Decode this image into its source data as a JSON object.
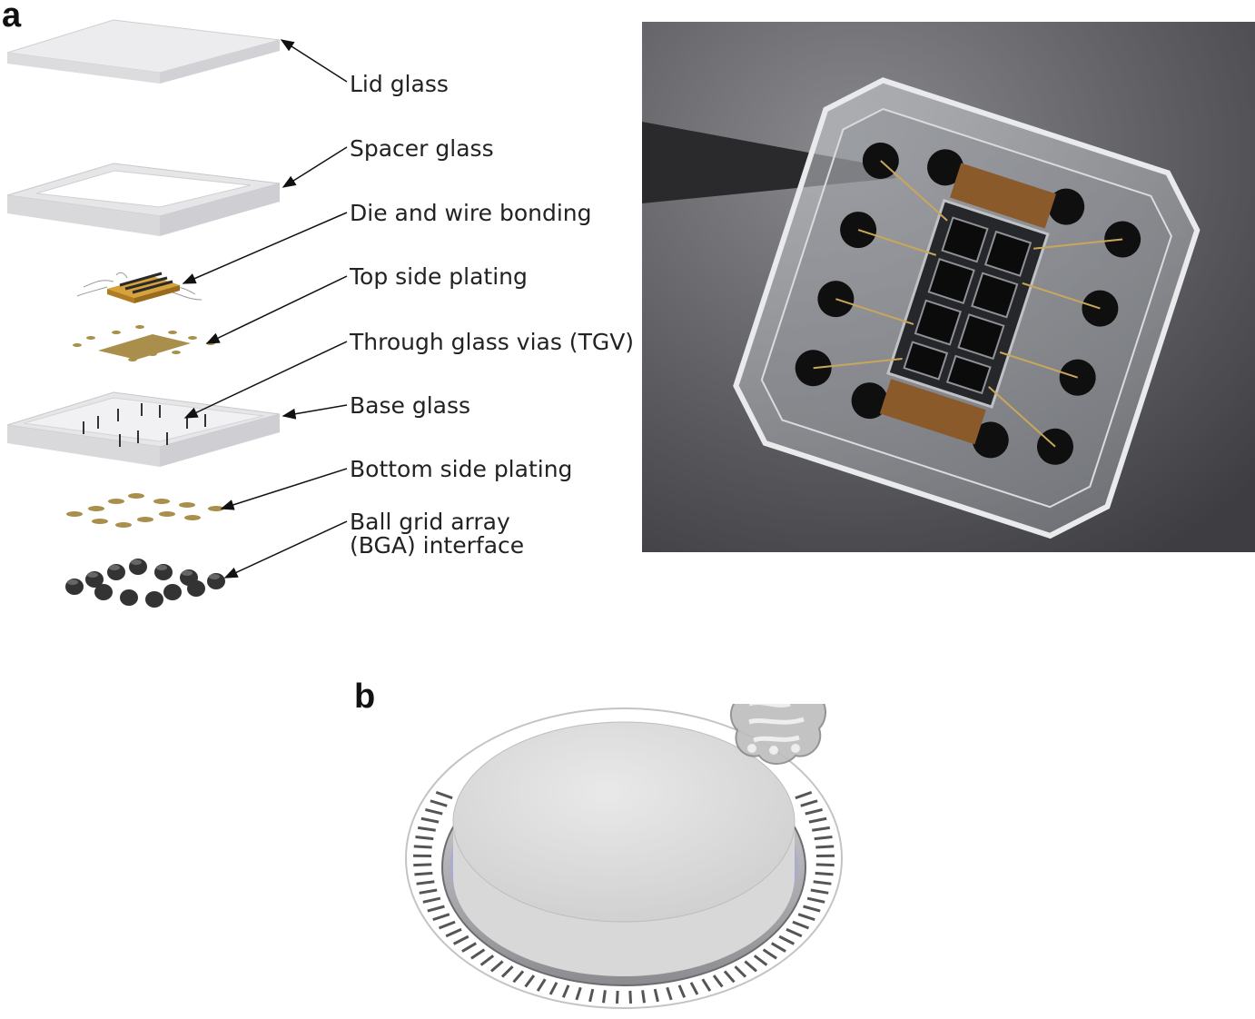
{
  "panels": {
    "a": "a",
    "b": "b"
  },
  "exploded_view": {
    "layers": [
      {
        "id": "lid",
        "label": "Lid glass"
      },
      {
        "id": "spacer",
        "label": "Spacer glass"
      },
      {
        "id": "die",
        "label": "Die and wire bonding"
      },
      {
        "id": "top_plating",
        "label": "Top side plating"
      },
      {
        "id": "tgv",
        "label": "Through glass vias (TGV)"
      },
      {
        "id": "base",
        "label": "Base glass"
      },
      {
        "id": "bottom_plating",
        "label": "Bottom side plating"
      },
      {
        "id": "bga",
        "label_line1": "Ball grid array",
        "label_line2": "(BGA) interface"
      }
    ]
  },
  "colors": {
    "glass": "#e4e4e6",
    "glass_edge": "#c9c9cc",
    "gold": "#a98f4b",
    "die": "#c8902a",
    "ball": "#333333",
    "photo_bg": "#6f6f73"
  },
  "icons": {
    "logo": "brain-circuit-icon"
  }
}
